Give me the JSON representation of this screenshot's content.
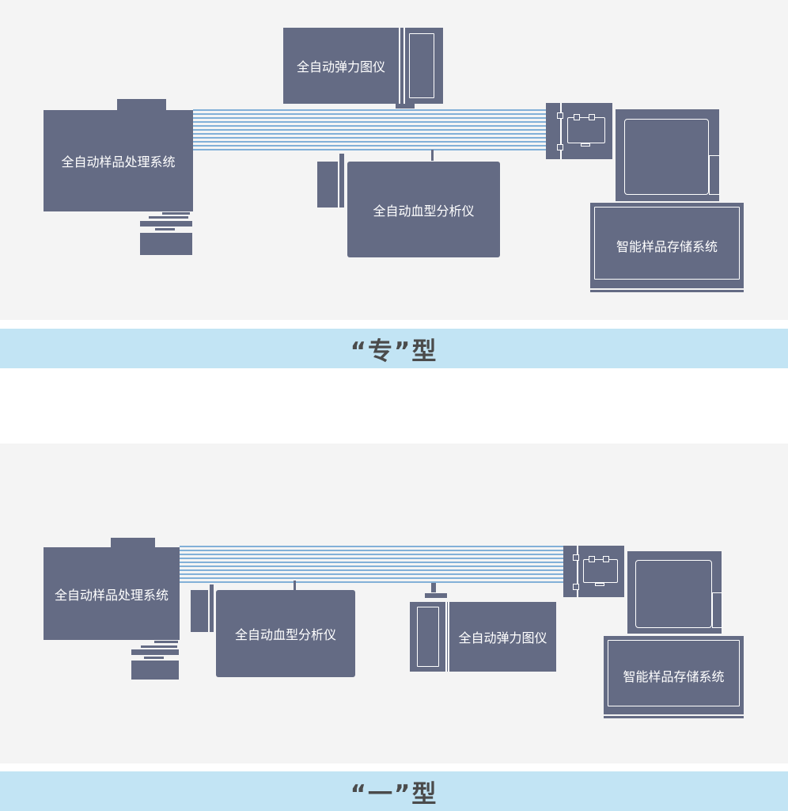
{
  "top_section": {
    "caption": "“专”型",
    "labels": {
      "sample_processing": "全自动样品处理系统",
      "thromboelastography": "全自动弹力图仪",
      "coagulation_analyzer": "全自动血型分析仪",
      "storage": "智能样品存储系统"
    }
  },
  "bottom_section": {
    "caption": "“一”型",
    "labels": {
      "sample_processing": "全自动样品处理系统",
      "thromboelastography": "全自动弹力图仪",
      "coagulation_analyzer": "全自动血型分析仪",
      "storage": "智能样品存储系统"
    }
  },
  "colors": {
    "machine": "#646b84",
    "track_line": "#3f86c8",
    "band": "#c2e4f4",
    "panel": "#f4f4f4"
  }
}
